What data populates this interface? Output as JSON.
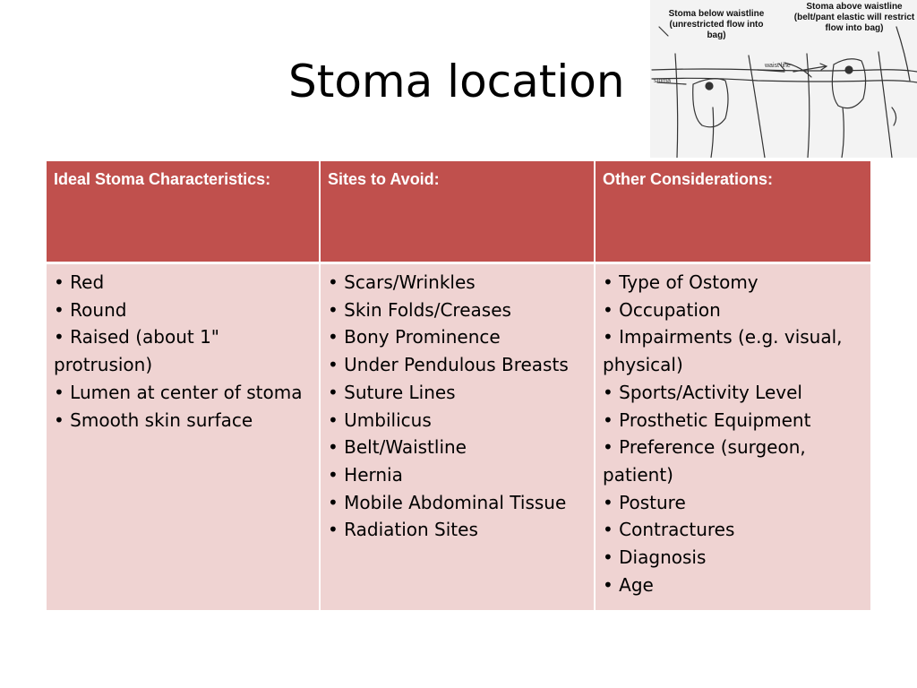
{
  "slide": {
    "title": "Stoma location"
  },
  "sketch": {
    "caption_left": "Stoma below waistline (unrestricted flow into bag)",
    "caption_right": "Stoma above waistline (belt/pant elastic will restrict flow into bag)",
    "label_stoma": "stoma",
    "label_waistline": "waist line"
  },
  "table": {
    "headers": [
      "Ideal Stoma Characteristics:",
      "Sites to Avoid:",
      "Other Considerations:"
    ],
    "columns": [
      [
        "• Red",
        "• Round",
        "• Raised (about 1\" protrusion)",
        "• Lumen at center of stoma",
        "• Smooth skin surface"
      ],
      [
        "• Scars/Wrinkles",
        "• Skin Folds/Creases",
        "• Bony Prominence",
        "• Under Pendulous Breasts",
        "• Suture Lines",
        "• Umbilicus",
        "• Belt/Waistline",
        "• Hernia",
        "• Mobile Abdominal Tissue",
        "• Radiation Sites"
      ],
      [
        "• Type of Ostomy",
        "• Occupation",
        "• Impairments (e.g. visual, physical)",
        "• Sports/Activity Level",
        "• Prosthetic Equipment",
        "• Preference (surgeon, patient)",
        "• Posture",
        "• Contractures",
        "• Diagnosis",
        "• Age"
      ]
    ]
  }
}
